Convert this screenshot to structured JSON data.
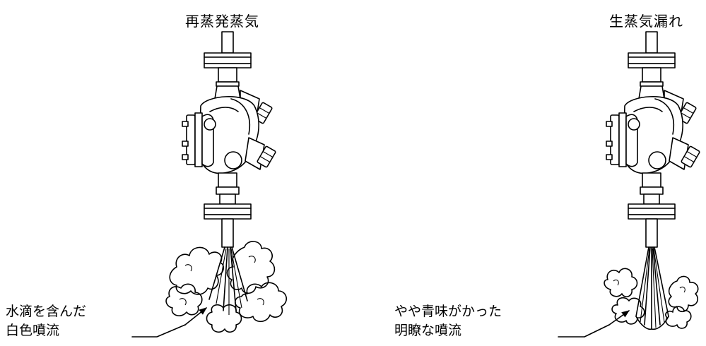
{
  "left_panel": {
    "title": "再蒸発蒸気",
    "callout_lines": [
      "水滴を含んだ",
      "白色噴流"
    ]
  },
  "right_panel": {
    "title": "生蒸気漏れ",
    "callout_lines": [
      "やや青味がかった",
      "明瞭な噴流"
    ]
  }
}
